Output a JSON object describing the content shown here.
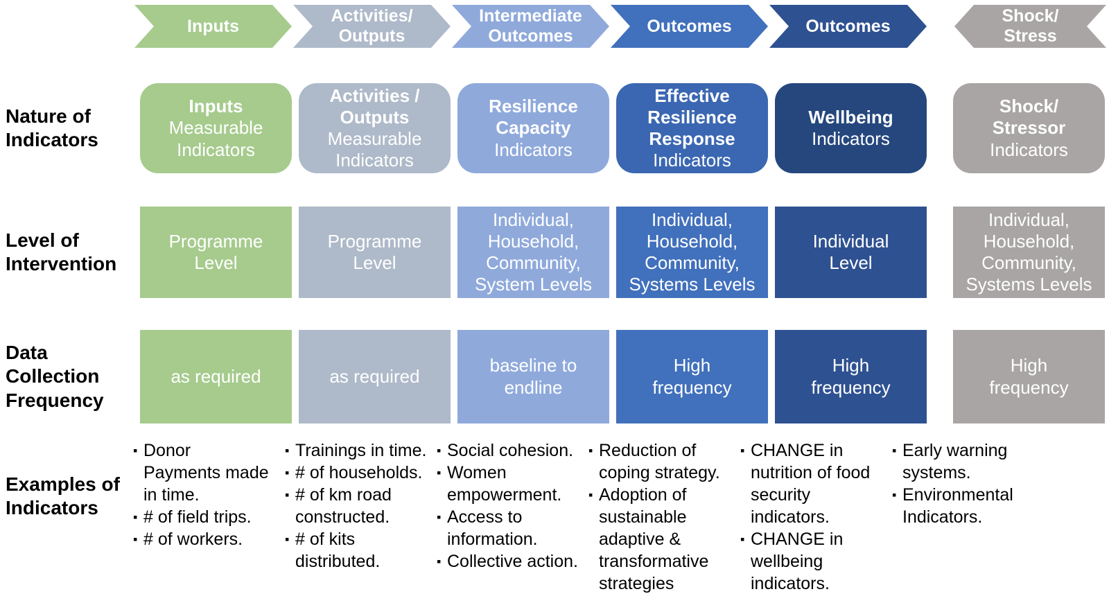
{
  "row_labels": {
    "nature": "Nature of Indicators",
    "level": "Level of Intervention",
    "frequency": "Data Collection Frequency",
    "examples": "Examples of Indicators"
  },
  "columns": [
    {
      "stage": "inputs",
      "chevron_label": "Inputs",
      "color": "#A6CB8D",
      "nature_color": "#A6CB8D",
      "nature_title": "Inputs",
      "nature_sub": "Measurable\nIndicators",
      "level": "Programme\nLevel",
      "frequency": "as required",
      "examples": [
        "Donor\nPayments made\nin time.",
        "# of field trips.",
        "# of workers."
      ]
    },
    {
      "stage": "activities-outputs",
      "chevron_label": "Activities/\nOutputs",
      "color": "#AEB9C9",
      "nature_color": "#AEB9C9",
      "nature_title": "Activities /\nOutputs",
      "nature_sub": "Measurable\nIndicators",
      "level": "Programme\nLevel",
      "frequency": "as required",
      "examples": [
        "Trainings in time.",
        "# of households.",
        "# of km road\nconstructed.",
        "# of kits\ndistributed."
      ]
    },
    {
      "stage": "intermediate-outcomes",
      "chevron_label": "Intermediate\nOutcomes",
      "color": "#8FA9DB",
      "nature_color": "#8FA9DB",
      "nature_title": "Resilience\nCapacity",
      "nature_sub": "Indicators",
      "level": "Individual,\nHousehold,\nCommunity,\nSystem Levels",
      "frequency": "baseline to\nendline",
      "examples": [
        "Social cohesion.",
        "Women\nempowerment.",
        "Access to\ninformation.",
        "Collective action."
      ]
    },
    {
      "stage": "outcomes-1",
      "chevron_label": "Outcomes",
      "color": "#4170BC",
      "nature_color": "#3B67B2",
      "nature_title": "Effective\nResilience\nResponse",
      "nature_sub": "Indicators",
      "level": "Individual,\nHousehold,\nCommunity,\nSystems Levels",
      "frequency": "High\nfrequency",
      "examples": [
        "Reduction of\ncoping strategy.",
        "Adoption of\nsustainable\nadaptive &\ntransformative\nstrategies"
      ]
    },
    {
      "stage": "outcomes-2",
      "chevron_label": "Outcomes",
      "color": "#2E5191",
      "nature_color": "#25477E",
      "nature_title": "Wellbeing",
      "nature_sub": "Indicators",
      "level": "Individual\nLevel",
      "frequency": "High\nfrequency",
      "examples": [
        "CHANGE in\nnutrition of food\nsecurity\nindicators.",
        "CHANGE in\nwellbeing\nindicators."
      ]
    },
    {
      "stage": "shock-stress",
      "chevron_label": "Shock/\nStress",
      "color": "#A8A5A4",
      "nature_color": "#A8A5A4",
      "nature_title": "Shock/\nStressor",
      "nature_sub": "Indicators",
      "level": "Individual,\nHousehold,\nCommunity,\nSystems Levels",
      "frequency": "High\nfrequency",
      "examples": [
        "Early warning\nsystems.",
        "Environmental\nIndicators."
      ]
    }
  ]
}
